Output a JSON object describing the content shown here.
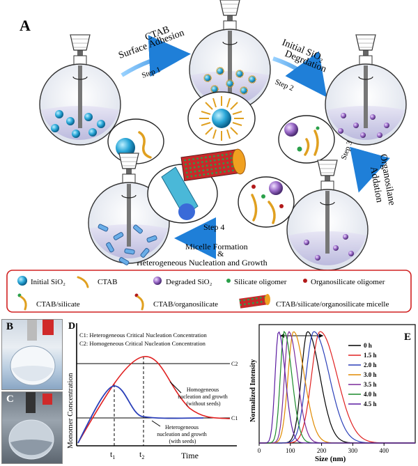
{
  "panel_a": {
    "label": "A",
    "step1": {
      "title_line1": "CTAB",
      "title_line2": "Surface Adhesion",
      "step": "Step 1"
    },
    "step2": {
      "title_line1": "Initial SiO",
      "title_sub": "2",
      "title_line2": "Degrdation",
      "step": "Step 2"
    },
    "step3": {
      "title_line1": "Organosilane",
      "title_line2": "Addation",
      "step": "Step 3"
    },
    "step4": {
      "step": "Step 4",
      "line1": "Micelle Formation",
      "line2": "&",
      "line3": "Heterogeneous Nucleation and Growth"
    },
    "legend": {
      "initial_sio2": "Initial SiO₂",
      "ctab": "CTAB",
      "degraded_sio2": "Degraded SiO₂",
      "silicate_oligomer": "Silicate oligomer",
      "organosilicate_oligomer": "Organosilicate oligomer",
      "ctab_silicate": "CTAB/silicate",
      "ctab_organosilicate": "CTAB/organosilicate",
      "micelle": "CTAB/silicate/organosilicate micelle"
    }
  },
  "panel_b": {
    "label": "B"
  },
  "panel_c": {
    "label": "C"
  },
  "panel_d": {
    "label": "D",
    "note1": "C1: Heterogeneous Critical Nucleation Concentration",
    "note2": "C2: Homogeneous Critical Nucleation Concentration",
    "ylabel": "Monomer Concentration",
    "xlabel": "Time",
    "c1": "C1",
    "c2": "C2",
    "t1": "t",
    "t1_sub": "1",
    "t2": "t",
    "t2_sub": "2",
    "red_annotation": [
      "Homogeneous",
      "nucleation and growth",
      "(without seeds)"
    ],
    "blue_annotation": [
      "Heterogeneous",
      "nucleation and growth",
      "(with seeds)"
    ],
    "colors": {
      "red": "#e02020",
      "blue": "#2a3fb8"
    }
  },
  "chart_data": {
    "type": "line",
    "label": "E",
    "xlabel": "Size (nm)",
    "ylabel": "Normalized Intensity",
    "xlim": [
      0,
      500
    ],
    "xticks": [
      "0",
      "100",
      "200",
      "300",
      "400"
    ],
    "series": [
      {
        "name": "0 h",
        "color": "#000000",
        "peak": 155,
        "width": 40
      },
      {
        "name": "1.5 h",
        "color": "#e02020",
        "peak": 195,
        "width": 55
      },
      {
        "name": "2.0 h",
        "color": "#2a3fb8",
        "peak": 175,
        "width": 50
      },
      {
        "name": "3.0 h",
        "color": "#e08a00",
        "peak": 110,
        "width": 35
      },
      {
        "name": "3.5 h",
        "color": "#7a2a9a",
        "peak": 95,
        "width": 28
      },
      {
        "name": "4.0 h",
        "color": "#1a8a2a",
        "peak": 80,
        "width": 25
      },
      {
        "name": "4.5 h",
        "color": "#5a1aa0",
        "peak": 62,
        "width": 22
      }
    ]
  }
}
